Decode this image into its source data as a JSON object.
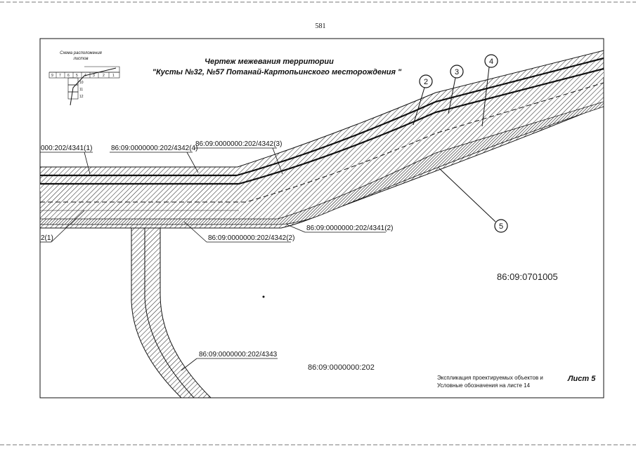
{
  "page": {
    "number": "581"
  },
  "title": {
    "line1": "Чертеж межевания территории",
    "line2": "\"Кусты №32, №57 Потанай-Картопьинского месторождения \""
  },
  "scheme": {
    "title_line1": "Схема расположения",
    "title_line2": "листов",
    "cells": [
      "9",
      "7",
      "6",
      "5",
      "4",
      "3",
      "2",
      "1",
      "10",
      "11",
      "12"
    ]
  },
  "parcels": {
    "p4341_1": "000:202/4341(1)",
    "p4342_4": "86:09:0000000:202/4342(4)",
    "p4342_3": "86:09:0000000:202/4342(3)",
    "p4341_2": "86:09:0000000:202/4341(2)",
    "p4342_2": "86:09:0000000:202/4342(2)",
    "p_left2_1": "2(1)",
    "p4343": "86:09:0000000:202/4343",
    "quarter": "86:09:0701005",
    "base": "86:09:0000000:202"
  },
  "markers": [
    "2",
    "3",
    "4",
    "5"
  ],
  "legend": {
    "line1": "Экспликация проектируемых объектов и",
    "line2": "Условные обозначения на листе 14"
  },
  "sheet_label": "Лист 5",
  "colors": {
    "ink": "#1a1a1a",
    "hatch": "#333333",
    "paper": "#ffffff"
  }
}
